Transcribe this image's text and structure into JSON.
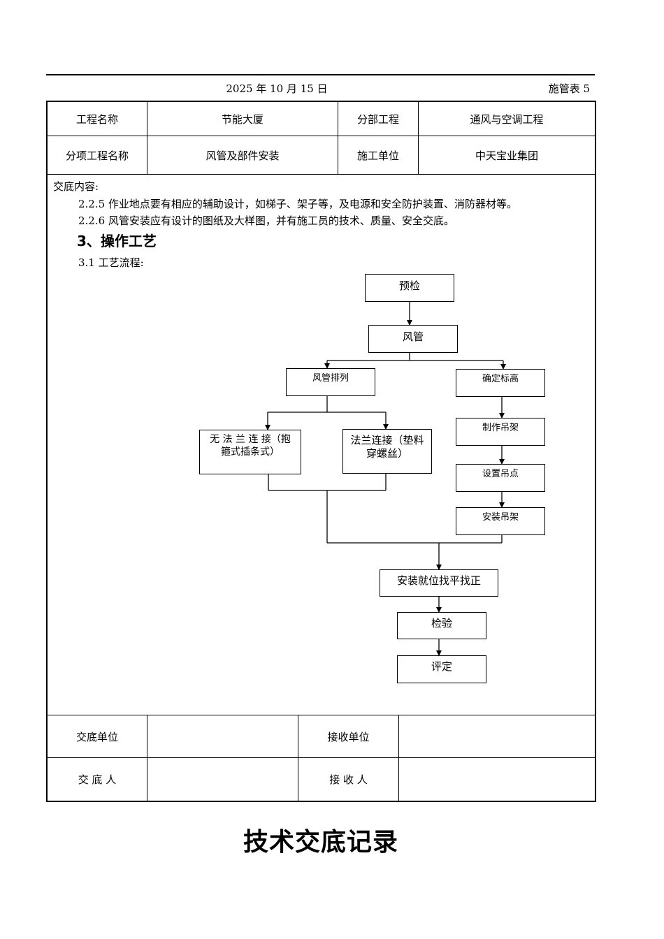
{
  "header": {
    "date": "2025 年 10 月 15 日",
    "form_no": "施管表 5"
  },
  "info": {
    "project_name_label": "工程名称",
    "project_name": "节能大厦",
    "division_label": "分部工程",
    "division": "通风与空调工程",
    "subitem_label": "分项工程名称",
    "subitem": "风管及部件安装",
    "contractor_label": "施工单位",
    "contractor": "中天宝业集团"
  },
  "content": {
    "label": "交底内容:",
    "p1": "2.2.5 作业地点要有相应的辅助设计，如梯子、架子等，及电源和安全防护装置、消防器材等。",
    "p2": "2.2.6 风管安装应有设计的图纸及大样图，并有施工员的技术、质量、安全交底。",
    "section": "3、操作工艺",
    "sub": "3.1 工艺流程:"
  },
  "flow": {
    "precheck": "预检",
    "duct": "风管",
    "arrange": "风管排列",
    "elevation": "确定标高",
    "noflange": "无 法 兰 连 接（抱箍式插条式）",
    "flange": "法兰连接（垫料穿螺丝）",
    "make_hanger": "制作吊架",
    "set_point": "设置吊点",
    "install_hanger": "安装吊架",
    "install_level": "安装就位找平找正",
    "inspect": "检验",
    "evaluate": "评定"
  },
  "footer": {
    "giver_unit_label": "交底单位",
    "receiver_unit_label": "接收单位",
    "giver_label": "交 底 人",
    "receiver_label": "接 收 人"
  },
  "title": "技术交底记录"
}
